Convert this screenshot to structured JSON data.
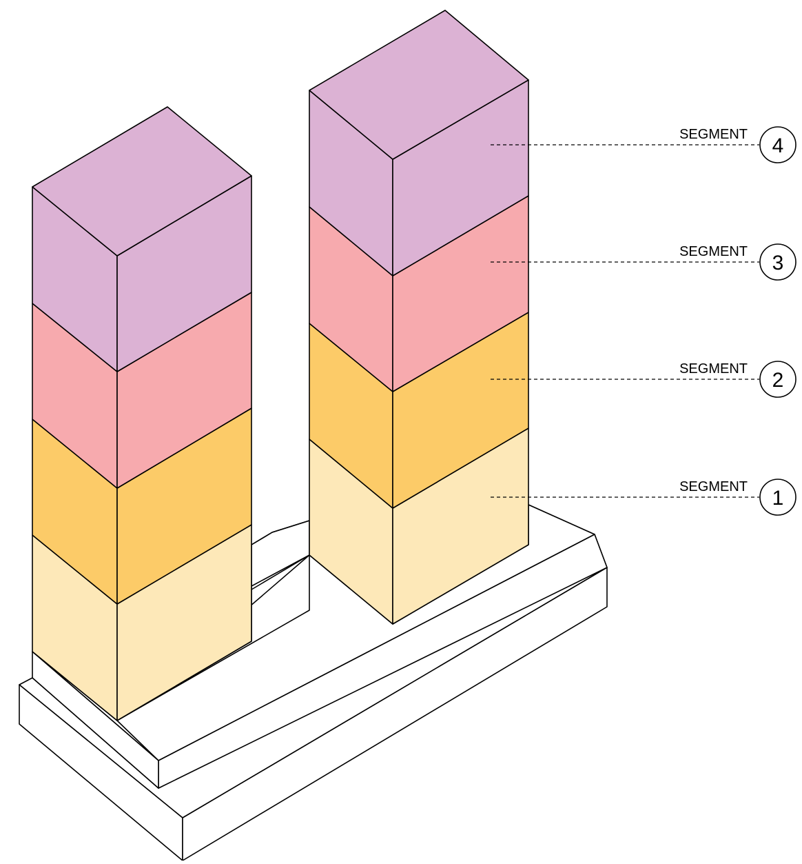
{
  "colors": {
    "segment_1": "#FDE8B8",
    "segment_2": "#FCCB68",
    "segment_3": "#F7AAAE",
    "segment_4": "#DCB2D4",
    "podium": "#FFFFFF",
    "line": "#000000"
  },
  "callouts": [
    {
      "label": "SEGMENT",
      "number": "4"
    },
    {
      "label": "SEGMENT",
      "number": "3"
    },
    {
      "label": "SEGMENT",
      "number": "2"
    },
    {
      "label": "SEGMENT",
      "number": "1"
    }
  ]
}
